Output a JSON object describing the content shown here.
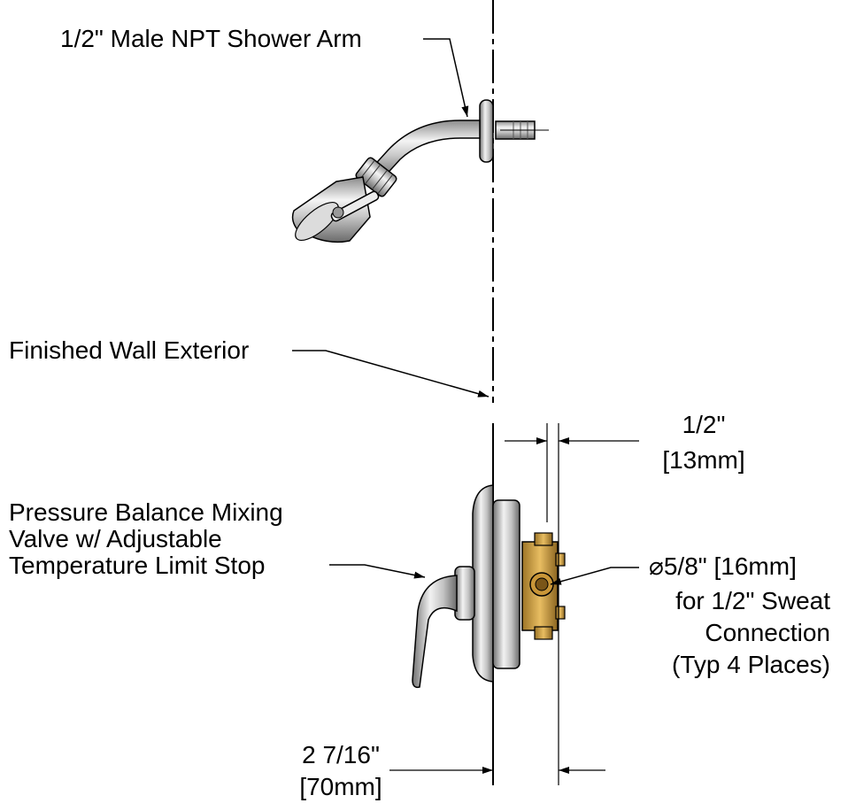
{
  "callouts": {
    "shower_arm": "1/2\" Male NPT Shower Arm",
    "wall": "Finished Wall Exterior",
    "valve": {
      "line1": "Pressure Balance Mixing",
      "line2": "Valve w/ Adjustable",
      "line3": "Temperature Limit Stop"
    },
    "connection": {
      "line1": "5/8\" [16mm]",
      "line2": "for 1/2\" Sweat",
      "line3": "Connection",
      "line4": "(Typ 4 Places)"
    }
  },
  "dimensions": {
    "valve_depth": {
      "imperial": "1/2\"",
      "metric": "[13mm]"
    },
    "wall_offset": {
      "imperial": "2 7/16\"",
      "metric": "[70mm]"
    }
  },
  "symbols": {
    "diameter": "⌀"
  },
  "colors": {
    "line": "#000000",
    "chrome_light": "#f2f2f2",
    "chrome_dark": "#6e6e6e",
    "brass": "#d9a64a",
    "brass_dark": "#8a6420"
  }
}
